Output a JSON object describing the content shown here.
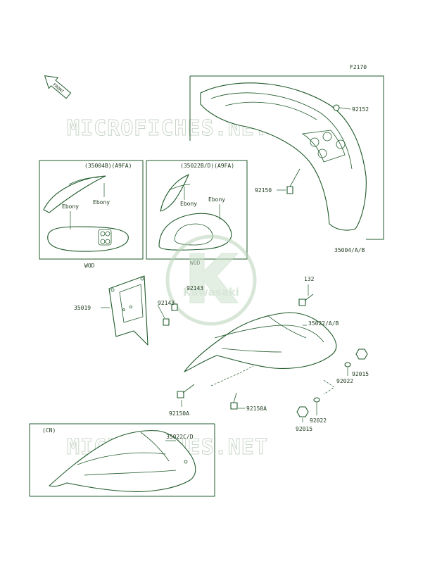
{
  "figure_code": "F2170",
  "front_arrow": {
    "text": "FRONT",
    "icon": "front-arrow-icon"
  },
  "watermarks": [
    "MICROFICHES.NET",
    "MICROFICHES.NET"
  ],
  "logo": {
    "text": "Kawasaki",
    "icon": "kawasaki-logo-icon"
  },
  "inset_left": {
    "header": "(35004B)(A9FA)",
    "color_labels": [
      "Ebony",
      "Ebony"
    ],
    "variant": "WOD"
  },
  "inset_right": {
    "header": "(35022B/D)(A9FA)",
    "color_labels": [
      "Ebony",
      "Ebony"
    ],
    "variant": "WOD"
  },
  "inset_bottom": {
    "header": "(CN)",
    "part": "35022C/D"
  },
  "callouts": {
    "c92152": "92152",
    "c92150": "92150",
    "c35004": "35004/A/B",
    "c132": "132",
    "c35019": "35019",
    "c92143a": "92143",
    "c92143b": "92143",
    "c35022": "35022/A/B",
    "c92015a": "92015",
    "c92022a": "92022",
    "c92150a_left": "92150A",
    "c92150a_right": "92150A",
    "c92022b": "92022",
    "c92015b": "92015"
  },
  "colors": {
    "line": "#1f5a2a",
    "text": "#1d3a1d",
    "watermark": "#c9d6c9"
  }
}
